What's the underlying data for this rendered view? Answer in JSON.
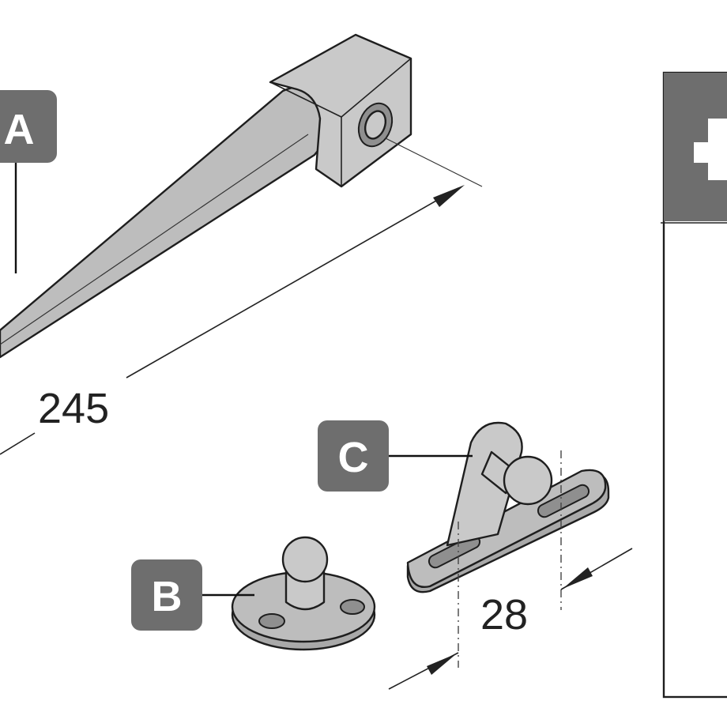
{
  "labels": {
    "part_a": "A",
    "part_b": "B",
    "part_c": "C"
  },
  "dimensions": {
    "length": "245",
    "hole_spacing": "28"
  },
  "side_panel": {
    "symbol": "+"
  }
}
